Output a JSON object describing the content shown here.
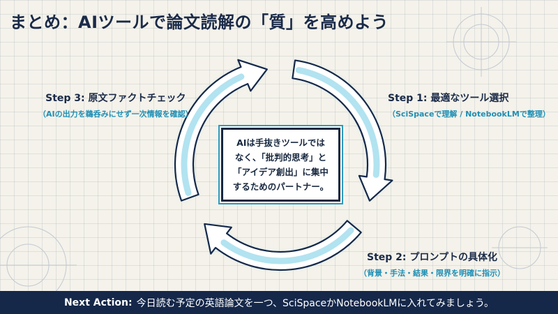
{
  "title": "まとめ：AIツールで論文読解の「質」を高めよう",
  "steps": {
    "step1": {
      "title": "Step 1: 最適なツール選択",
      "sub": "（SciSpaceで理解 / NotebookLMで整理）"
    },
    "step2": {
      "title": "Step 2: プロンプトの具体化",
      "sub": "（背景・手法・結果・限界を明確に指示）"
    },
    "step3": {
      "title": "Step 3: 原文ファクトチェック",
      "sub": "（AIの出力を鵜呑みにせず一次情報を確認）"
    }
  },
  "center": {
    "line1": "AIは手抜きツールでは",
    "line2": "なく、「批判的思考」と",
    "line3": "「アイデア創出」に集中",
    "line4": "するためのパートナー。"
  },
  "footer": {
    "label": "Next Action:",
    "text": "今日読む予定の英語論文を一つ、SciSpaceかNotebookLMに入れてみましょう。"
  },
  "colors": {
    "background": "#f4f2ea",
    "navy": "#15284a",
    "accent": "#1e8fb5",
    "glow": "#9fdcec"
  }
}
